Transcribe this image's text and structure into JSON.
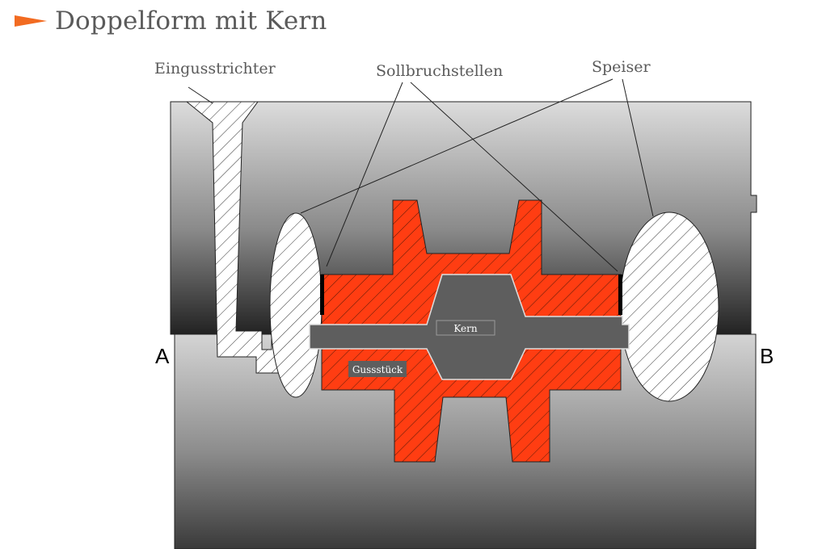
{
  "title": "Doppelform mit Kern",
  "colors": {
    "accent": "#f26b21",
    "casting": "#ff3d12",
    "core": "#5e5e5e",
    "mold_top": "#d9d9d9",
    "mold_bottom": "#2a2a2a"
  },
  "icons": {
    "title_bullet": "arrow-right-icon"
  },
  "labels": {
    "sprue": "Eingusstrichter",
    "breakpoints": "Sollbruchstellen",
    "risers": "Speiser",
    "point_a": "A",
    "point_b": "B",
    "core": "Kern",
    "casting": "Gussstück"
  }
}
